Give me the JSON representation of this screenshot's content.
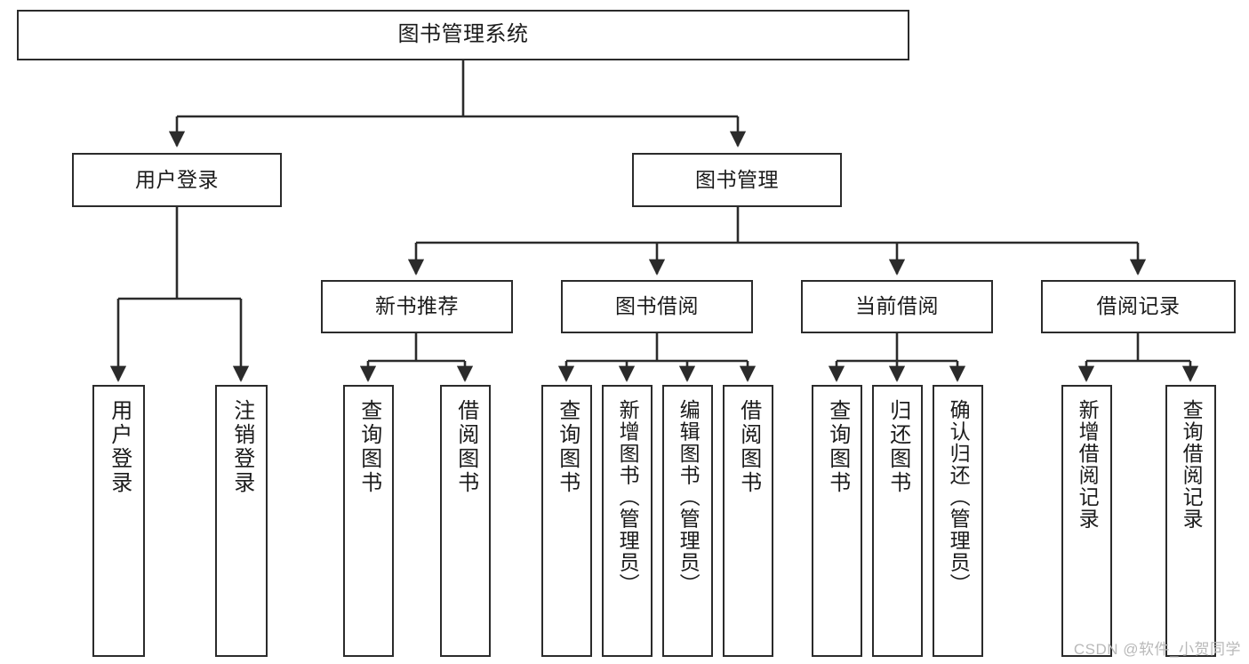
{
  "diagram": {
    "title": "图书管理系统",
    "type": "tree",
    "stroke_color": "#2b2b2b",
    "fill_color": "#ffffff",
    "text_color": "#1b1b1b",
    "levels": {
      "root": {
        "label": "图书管理系统"
      },
      "level2": [
        {
          "label": "用户登录"
        },
        {
          "label": "图书管理"
        }
      ],
      "level3": [
        {
          "label": "新书推荐"
        },
        {
          "label": "图书借阅"
        },
        {
          "label": "当前借阅"
        },
        {
          "label": "借阅记录"
        }
      ],
      "leaves": {
        "user_login": [
          {
            "label": "用户登录"
          },
          {
            "label": "注销登录"
          }
        ],
        "new_book": [
          {
            "label": "查询图书"
          },
          {
            "label": "借阅图书"
          }
        ],
        "book_borrow": [
          {
            "label": "查询图书"
          },
          {
            "label": "新增图书（管理员）"
          },
          {
            "label": "编辑图书（管理员）"
          },
          {
            "label": "借阅图书"
          }
        ],
        "current_borrow": [
          {
            "label": "查询图书"
          },
          {
            "label": "归还图书"
          },
          {
            "label": "确认归还（管理员）"
          }
        ],
        "borrow_record": [
          {
            "label": "新增借阅记录"
          },
          {
            "label": "查询借阅记录"
          }
        ]
      }
    }
  },
  "watermark": {
    "text": "CSDN @软件_小贺同学"
  }
}
